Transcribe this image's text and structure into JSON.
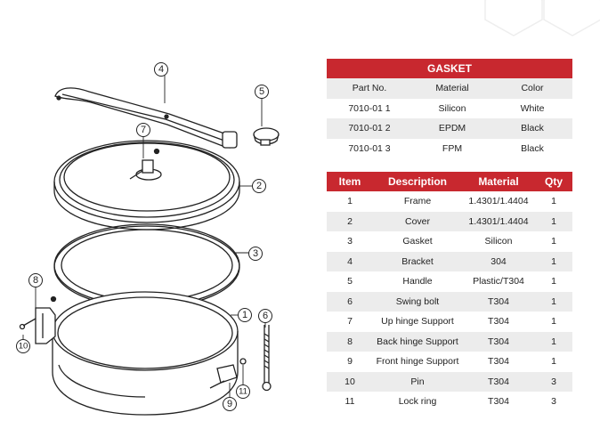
{
  "callouts": [
    "1",
    "2",
    "3",
    "4",
    "5",
    "6",
    "7",
    "8",
    "9",
    "10",
    "11"
  ],
  "gasket_table": {
    "title": "GASKET",
    "headers": [
      "Part No.",
      "Material",
      "Color"
    ],
    "rows": [
      [
        "7010-01 1",
        "Silicon",
        "White"
      ],
      [
        "7010-01 2",
        "EPDM",
        "Black"
      ],
      [
        "7010-01 3",
        "FPM",
        "Black"
      ]
    ]
  },
  "parts_table": {
    "headers": [
      "Item",
      "Description",
      "Material",
      "Qty"
    ],
    "rows": [
      [
        "1",
        "Frame",
        "1.4301/1.4404",
        "1"
      ],
      [
        "2",
        "Cover",
        "1.4301/1.4404",
        "1"
      ],
      [
        "3",
        "Gasket",
        "Silicon",
        "1"
      ],
      [
        "4",
        "Bracket",
        "304",
        "1"
      ],
      [
        "5",
        "Handle",
        "Plastic/T304",
        "1"
      ],
      [
        "6",
        "Swing bolt",
        "T304",
        "1"
      ],
      [
        "7",
        "Up hinge Support",
        "T304",
        "1"
      ],
      [
        "8",
        "Back hinge Support",
        "T304",
        "1"
      ],
      [
        "9",
        "Front hinge Support",
        "T304",
        "1"
      ],
      [
        "10",
        "Pin",
        "T304",
        "3"
      ],
      [
        "11",
        "Lock ring",
        "T304",
        "3"
      ]
    ]
  },
  "colors": {
    "header_red": "#c8282f",
    "row_gray": "#ececec"
  }
}
